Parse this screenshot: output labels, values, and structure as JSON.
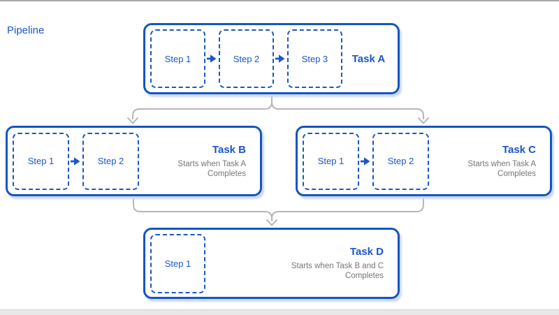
{
  "page": {
    "title": "Pipeline"
  },
  "colors": {
    "background": "#ffffff",
    "accent_blue": "#1a56c9",
    "border_blue": "#1256c4",
    "subtitle_gray": "#757575",
    "connector_gray": "#b5b5b5",
    "card_shadow": "#cfd9ee",
    "frame_top_gray": "#a8a8a8",
    "bottom_bar_fill": "#e8e8e8",
    "bottom_bar_line": "#d4d4d4"
  },
  "icons": {
    "step_arrow": "arrow-right",
    "connector_arrow": "arrow-down"
  },
  "tasks": [
    {
      "id": "task-a",
      "title": "Task A",
      "steps": [
        "Step 1",
        "Step 2",
        "Step 3"
      ],
      "subtitle_line1": "",
      "subtitle_line2": ""
    },
    {
      "id": "task-b",
      "title": "Task B",
      "steps": [
        "Step 1",
        "Step 2"
      ],
      "subtitle_line1": "Starts when Task A",
      "subtitle_line2": "Completes"
    },
    {
      "id": "task-c",
      "title": "Task C",
      "steps": [
        "Step 1",
        "Step 2"
      ],
      "subtitle_line1": "Starts when Task A",
      "subtitle_line2": "Completes"
    },
    {
      "id": "task-d",
      "title": "Task D",
      "steps": [
        "Step 1"
      ],
      "subtitle_line1": "Starts when Task B and C",
      "subtitle_line2": "Completes"
    }
  ]
}
